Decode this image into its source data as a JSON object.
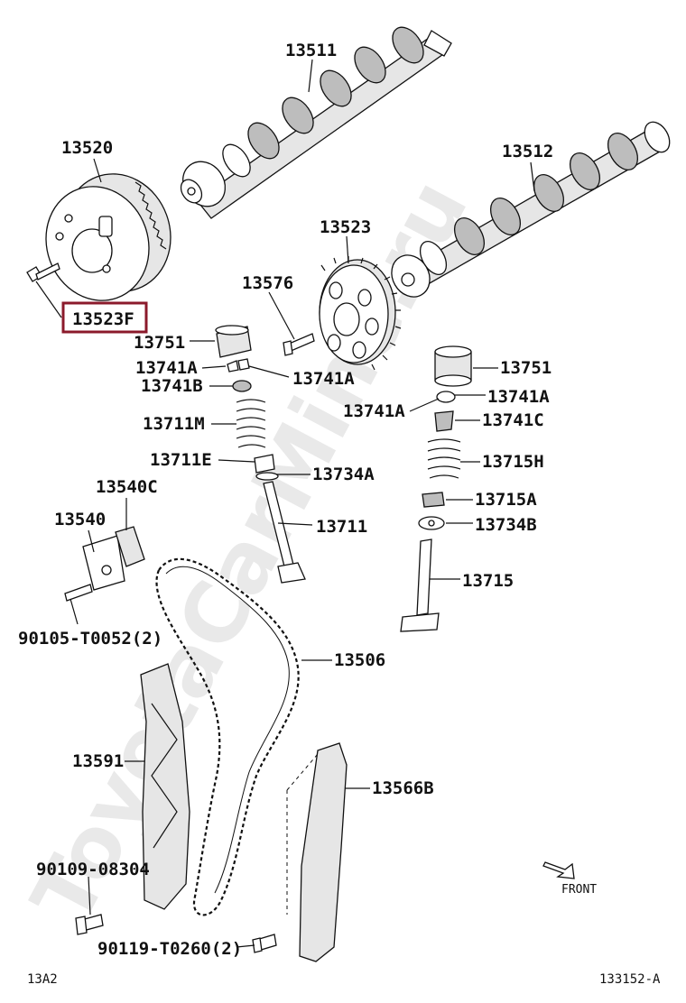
{
  "watermark": "ToyotaCarMine.ru",
  "highlight_color": "#8b1a2b",
  "labels": {
    "l13511": "13511",
    "l13520": "13520",
    "l13512": "13512",
    "l13523": "13523",
    "l13576": "13576",
    "l13523F": "13523F",
    "l13751a": "13751",
    "l13741Aa": "13741A",
    "l13741Ab": "13741A",
    "l13741B": "13741B",
    "l13711M": "13711M",
    "l13711E": "13711E",
    "l13734A": "13734A",
    "l13711": "13711",
    "l13540C": "13540C",
    "l13540": "13540",
    "l90105": "90105-T0052(2)",
    "l13751b": "13751",
    "l13741Ac": "13741A",
    "l13741Ad": "13741A",
    "l13741C": "13741C",
    "l13715H": "13715H",
    "l13715A": "13715A",
    "l13734B": "13734B",
    "l13715": "13715",
    "l13506": "13506",
    "l13591": "13591",
    "l13566B": "13566B",
    "l90109": "90109-08304",
    "l90119": "90119-T0260(2)",
    "front": "FRONT",
    "code_left": "13A2",
    "code_right": "133152-A"
  }
}
